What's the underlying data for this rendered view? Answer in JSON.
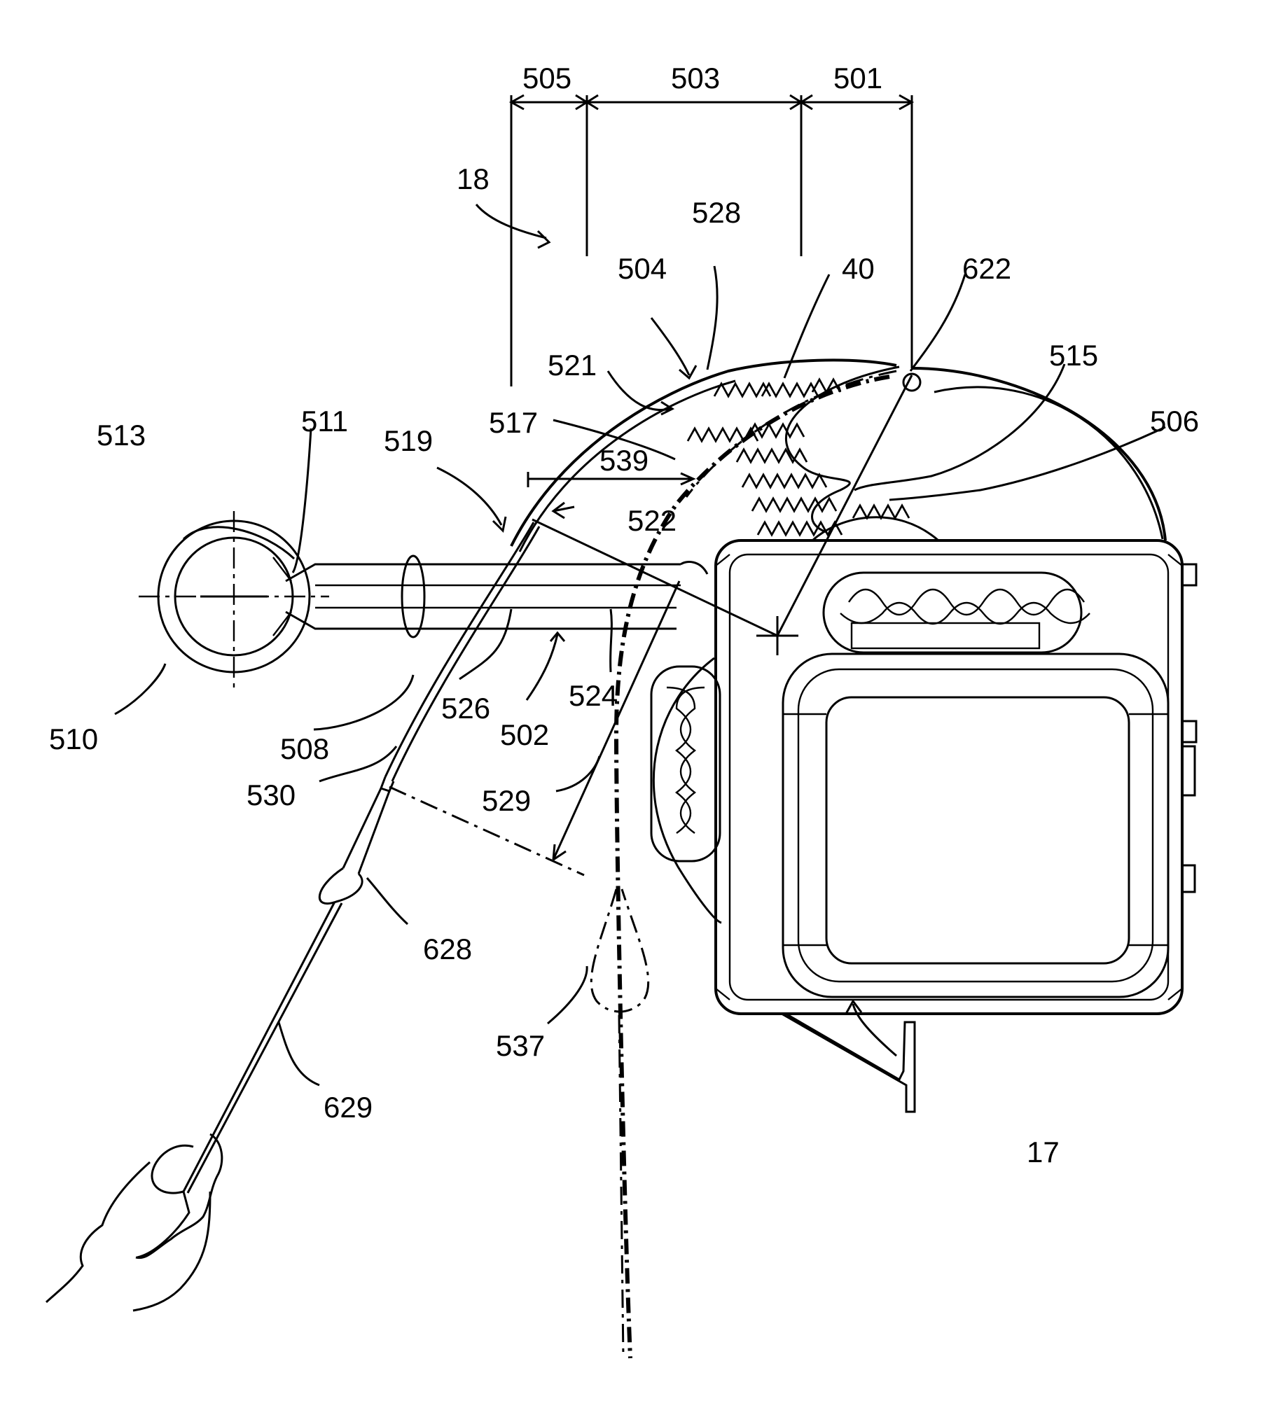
{
  "labels": {
    "l505": "505",
    "l503": "503",
    "l501": "501",
    "l18": "18",
    "l528": "528",
    "l504": "504",
    "l40": "40",
    "l622": "622",
    "l521": "521",
    "l515": "515",
    "l506": "506",
    "l517": "517",
    "l539": "539",
    "l522": "522",
    "l519": "519",
    "l513": "513",
    "l511": "511",
    "l510": "510",
    "l508": "508",
    "l526": "526",
    "l502": "502",
    "l524": "524",
    "l529": "529",
    "l530": "530",
    "l628": "628",
    "l537": "537",
    "l629": "629",
    "l17": "17"
  }
}
